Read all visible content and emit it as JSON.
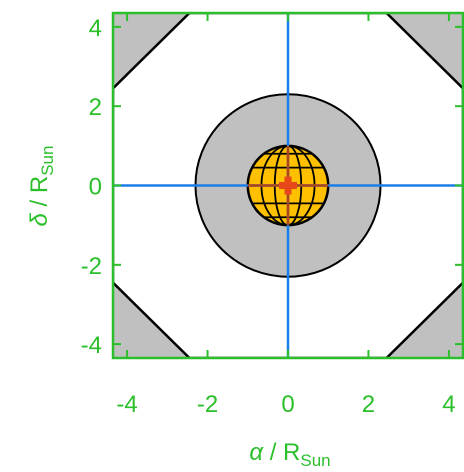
{
  "chart_data": {
    "type": "scatter",
    "title": "",
    "xlabel": {
      "symbol": "α",
      "text": " / R",
      "subscript": "Sun"
    },
    "ylabel": {
      "symbol": "δ",
      "text": " / R",
      "subscript": "Sun"
    },
    "xlim": [
      -4.35,
      4.35
    ],
    "ylim": [
      -4.35,
      4.35
    ],
    "xticks": [
      -4,
      -2,
      0,
      2,
      4
    ],
    "yticks": [
      -4,
      -2,
      0,
      2,
      4
    ],
    "xtick_labels": [
      "-4",
      "-2",
      "0",
      "2",
      "4"
    ],
    "ytick_labels": [
      "-4",
      "-2",
      "0",
      "2",
      "4"
    ],
    "grid": false,
    "shapes": {
      "field_of_view": {
        "half_width": 4.35,
        "corner_clip": 1.9
      },
      "occulter_disk_radius": 2.3,
      "solar_disk_radius": 1.0,
      "sun_center_mark": [
        0,
        0
      ],
      "crosshair": {
        "x": 0,
        "y": 0
      }
    }
  },
  "colors": {
    "axis": "#2bbf2b",
    "crosshair": "#1a7ee6",
    "occulter": "#c0c0c0",
    "sun": "#ffc000",
    "sun_grid": "#000000",
    "sun_center": "#e8471c",
    "corner_fill": "#c0c0c0"
  }
}
